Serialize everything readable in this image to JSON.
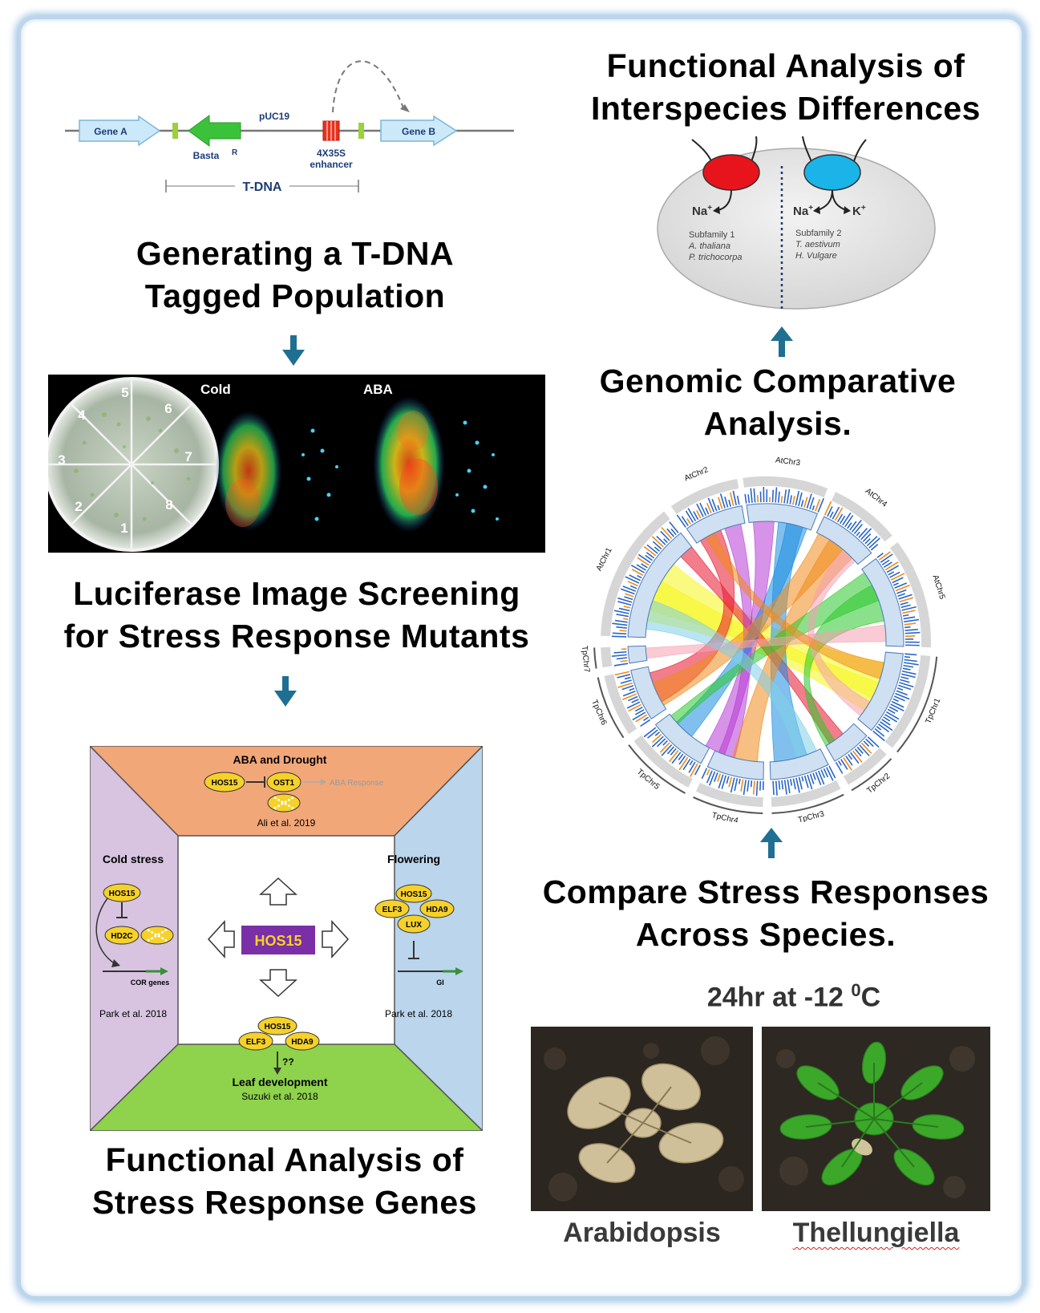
{
  "titles": {
    "tdna": [
      "Generating a T-DNA",
      "Tagged Population"
    ],
    "luciferase": [
      "Luciferase Image Screening",
      "for Stress Response Mutants"
    ],
    "functional_genes": [
      "Functional Analysis of",
      "Stress Response Genes"
    ],
    "interspecies": [
      "Functional Analysis of",
      "Interspecies Differences"
    ],
    "genomic": [
      "Genomic Comparative",
      "Analysis."
    ],
    "compare": [
      "Compare Stress Responses",
      "Across Species."
    ]
  },
  "construct": {
    "gene_a": "Gene A",
    "gene_b": "Gene B",
    "basta": "Basta",
    "basta_sup": "R",
    "puc19": "pUC19",
    "enhancer_line1": "4X35S",
    "enhancer_line2": "enhancer",
    "tdna": "T-DNA",
    "colors": {
      "arrow_fill": "#cce9fa",
      "basta": "#3bc23b",
      "enhancer": "#e8321d",
      "border_mark": "#9bd13a"
    }
  },
  "screen": {
    "sectors": [
      "1",
      "2",
      "3",
      "4",
      "5",
      "6",
      "7",
      "8"
    ],
    "cold": "Cold",
    "aba": "ABA"
  },
  "hos15_diagram": {
    "center": "HOS15",
    "top": {
      "title": "ABA and Drought",
      "hos15": "HOS15",
      "ost1": "OST1",
      "response": "ABA Response",
      "ref": "Ali et al. 2019",
      "color": "#f2a779"
    },
    "left": {
      "title": "Cold stress",
      "hos15": "HOS15",
      "hd2c": "HD2C",
      "cor": "COR genes",
      "ref": "Park et al. 2018",
      "color": "#d8c4e0"
    },
    "right": {
      "title": "Flowering",
      "hos15": "HOS15",
      "elf3": "ELF3",
      "hda9": "HDA9",
      "lux": "LUX",
      "gi": "GI",
      "ref": "Park et al. 2018",
      "color": "#bad5ec"
    },
    "bottom": {
      "hos15": "HOS15",
      "elf3": "ELF3",
      "hda9": "HDA9",
      "qq": "??",
      "title": "Leaf development",
      "ref": "Suzuki et al. 2018",
      "color": "#8fd24c"
    }
  },
  "transporter": {
    "na_left": "Na",
    "na_right": "Na",
    "k_right": "K",
    "plus": "+",
    "sub1": "Subfamily 1",
    "sub1_sp1": "A. thaliana",
    "sub1_sp2": "P. trichocorpa",
    "sub2": "Subfamily 2",
    "sub2_sp1": "T. aestivum",
    "sub2_sp2": "H. Vulgare",
    "colors": {
      "left": "#e8141c",
      "right": "#1ab4e8",
      "cell": "#e4e4e4"
    }
  },
  "circos": {
    "at_chr": [
      "AtChr1",
      "AtChr2",
      "AtChr3",
      "AtChr4",
      "AtChr5"
    ],
    "tp_chr": [
      "TpChr1",
      "TpChr2",
      "TpChr3",
      "TpChr4",
      "TpChr5",
      "TpChr6",
      "TpChr7"
    ],
    "ribbon_colors": [
      "#f5f51a",
      "#e8142c",
      "#b73ad6",
      "#1a8de0",
      "#f08a1a",
      "#2bc82b",
      "#f5a0b0",
      "#7fcfe8"
    ]
  },
  "freeze": {
    "condition_prefix": "24hr at -12 ",
    "condition_sup": "0",
    "condition_suffix": "C",
    "left_label": "Arabidopsis",
    "right_label": "Thellungiella"
  },
  "arrow_color": "#1f6f92"
}
